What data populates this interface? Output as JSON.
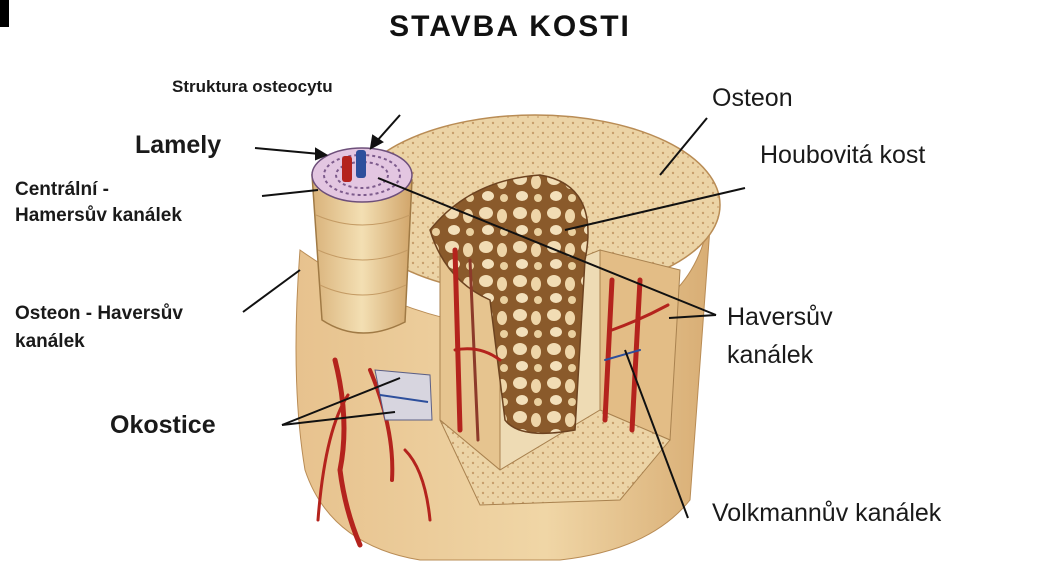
{
  "title": "STAVBA KOSTI",
  "labels": {
    "osteocyte": "Struktura osteocytu",
    "lamely": "Lamely",
    "central_1": "Centrální -",
    "central_2": "Hamersův kanálek",
    "osteon_havers_1": "Osteon - Haversův",
    "osteon_havers_2": "kanálek",
    "okostice": "Okostice",
    "osteon": "Osteon",
    "houbovita": "Houbovitá kost",
    "havers_1": "Haversův",
    "havers_2": "kanálek",
    "volkmann": "Volkmannův kanálek"
  },
  "colors": {
    "bone": "#e9cf9e",
    "bone_dark": "#c9a46a",
    "bone_light": "#f3e2bd",
    "vessel_red": "#b4231d",
    "vessel_blue": "#2d4f9c",
    "spongy": "#8a5a2b",
    "leader": "#111111"
  }
}
